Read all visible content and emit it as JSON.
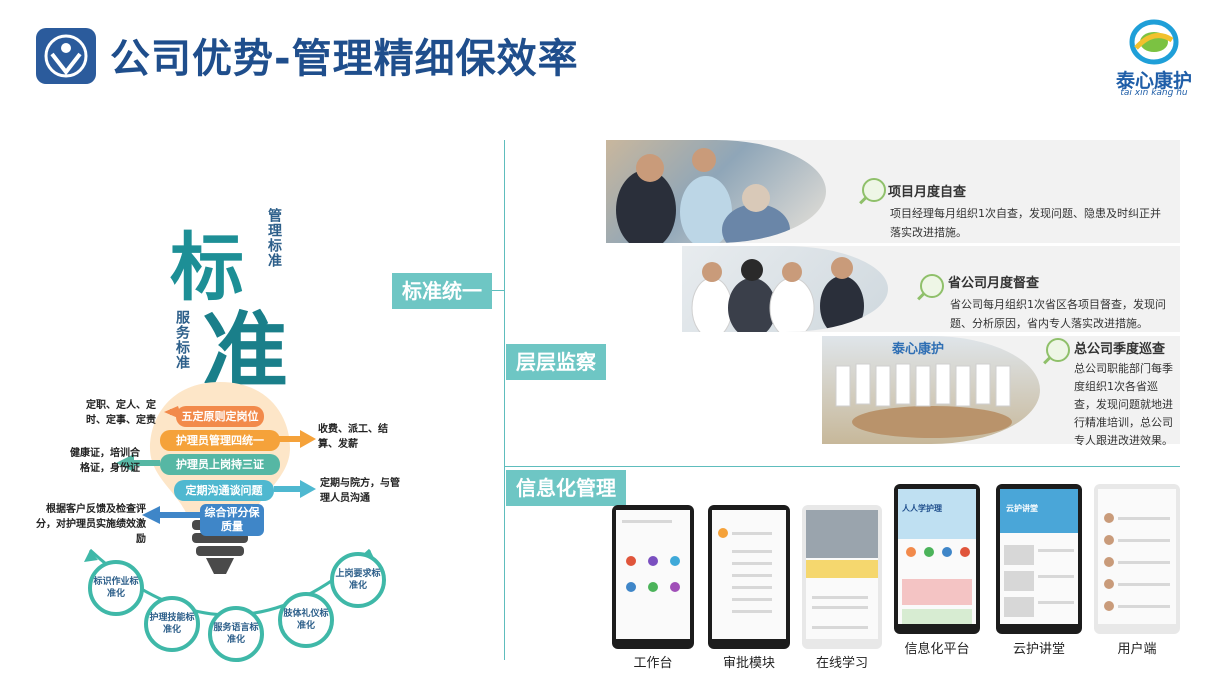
{
  "header": {
    "title": "公司优势-管理精细保效率",
    "brand_name": "泰心康护",
    "brand_pinyin": "tai xin kang hu"
  },
  "diagram": {
    "big_chars": [
      "标",
      "准"
    ],
    "top_vertical": "管理标准",
    "mid_vertical": "服务标准",
    "bands": [
      {
        "label": "五定原则定岗位",
        "color": "#f28a4b"
      },
      {
        "label": "护理员管理四统一",
        "color": "#f5a23a"
      },
      {
        "label": "护理员上岗持三证",
        "color": "#56b7a4"
      },
      {
        "label": "定期沟通谈问题",
        "color": "#4fb8d0"
      },
      {
        "label": "综合评分保质量",
        "color": "#3f86c8"
      }
    ],
    "notes": [
      "定职、定人、定时、定事、定责",
      "收费、派工、结算、发薪",
      "健康证，培训合格证，身份证",
      "定期与院方，与管理人员沟通",
      "根据客户反馈及检查评分，对护理员实施绩效激励"
    ],
    "circles": [
      "标识作业标准化",
      "护理技能标准化",
      "服务语言标准化",
      "肢体礼仪标准化",
      "上岗要求标准化"
    ]
  },
  "tree": {
    "labels": [
      "标准统一",
      "层层监察",
      "信息化管理"
    ]
  },
  "panels": [
    {
      "title": "项目月度自查",
      "text": "项目经理每月组织1次自查，发现问题、隐患及时纠正并落实改进措施。"
    },
    {
      "title": "省公司月度督查",
      "text": "省公司每月组织1次省区各项目督查，发现问题、分析原因，省内专人落实改进措施。"
    },
    {
      "title": "总公司季度巡查",
      "text": "总公司职能部门每季度组织1次各省巡查，发现问题就地进行精准培训，总公司专人跟进改进效果。"
    }
  ],
  "photo_logo": "泰心康护",
  "phones": [
    {
      "caption": "工作台"
    },
    {
      "caption": "审批模块"
    },
    {
      "caption": "在线学习"
    },
    {
      "caption": "信息化平台"
    },
    {
      "caption": "云护讲堂"
    },
    {
      "caption": "用户端"
    }
  ],
  "phone_screens": {
    "platform_banner": "人人学护理",
    "lecture_banner": "云护讲堂"
  },
  "colors": {
    "title": "#1f4e8c",
    "accent": "#6ec6c4",
    "line": "#5ebdbd"
  }
}
